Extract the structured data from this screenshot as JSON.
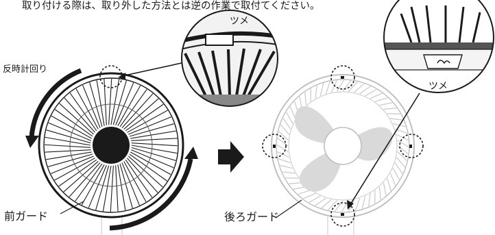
{
  "instruction_text": "取り付ける際は、取り外した方法とは逆の作業で取付てください。",
  "labels": {
    "rotation": "反時計回り",
    "front_guard": "前ガード",
    "rear_guard": "後ろガード",
    "tab_upper": "ツメ",
    "tab_right": "ツメ"
  },
  "icons": {
    "direction_arrow": "right-arrow-icon",
    "rotation_arrows": "counterclockwise-arrow-icon"
  },
  "colors": {
    "ink": "#1a1a1a",
    "blade_fill": "#d9d9d9",
    "guard_line": "#bfbfbf"
  }
}
